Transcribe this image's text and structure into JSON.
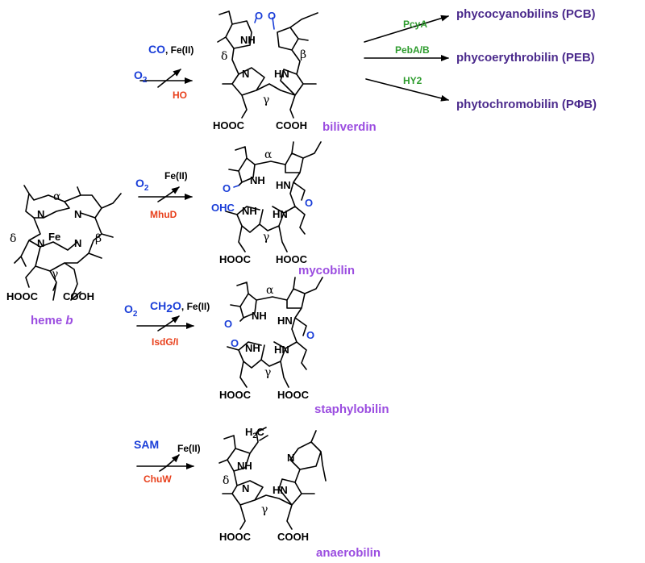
{
  "colors": {
    "product": "#4b2a8c",
    "name": "#9b4de0",
    "enzyme_green": "#2e9c2e",
    "enzyme_red": "#e8401c",
    "blue": "#1a3ed8"
  },
  "heme": {
    "name_prefix": "heme ",
    "name_suffix": "b",
    "fe": "Fe",
    "n": "N",
    "alpha": "α",
    "beta": "β",
    "gamma": "γ",
    "delta": "δ",
    "acid1": "HOOC",
    "acid2": "COOH"
  },
  "biliverdin": {
    "name": "biliverdin",
    "reagent_o2": "O",
    "reagent_o2_sub": "2",
    "reagent_co": "CO",
    "reagent_fe": ", Fe(II)",
    "enzyme": "HO",
    "o": "O",
    "nh": "NH",
    "n": "N",
    "hn": "HN",
    "beta": "β",
    "gamma": "γ",
    "delta": "δ",
    "acid1": "HOOC",
    "acid2": "COOH"
  },
  "branches": [
    {
      "enzyme": "PcyA",
      "product": "phycocyanobilins (PCB)"
    },
    {
      "enzyme": "PebA/B",
      "product": "phycoerythrobilin (PEB)"
    },
    {
      "enzyme": "HY2",
      "product": "phytochromobilin (PΦB)"
    }
  ],
  "mycobilin": {
    "name": "mycobilin",
    "reagent_o2": "O",
    "reagent_o2_sub": "2",
    "reagent_fe": "Fe(II)",
    "enzyme": "MhuD",
    "alpha": "α",
    "gamma": "γ",
    "o": "O",
    "ohc": "OHC",
    "nh": "NH",
    "hn": "HN",
    "acid1": "HOOC",
    "acid2": "HOOC"
  },
  "staphylobilin": {
    "name": "staphylobilin",
    "reagent_o2": "O",
    "reagent_o2_sub": "2",
    "reagent_ch2o": "CH",
    "reagent_ch2o_sub": "2",
    "reagent_ch2o_end": "O",
    "reagent_fe": ", Fe(II)",
    "enzyme": "IsdG/I",
    "alpha": "α",
    "gamma": "γ",
    "o": "O",
    "nh": "NH",
    "hn": "HN",
    "acid1": "HOOC",
    "acid2": "HOOC"
  },
  "anaerobilin": {
    "name": "anaerobilin",
    "reagent_sam": "SAM",
    "reagent_fe": "Fe(II)",
    "enzyme": "ChuW",
    "h2c": "H",
    "h2c_sub": "2",
    "h2c_end": "C",
    "nh": "NH",
    "n": "N",
    "hn": "HN",
    "delta": "δ",
    "gamma": "γ",
    "acid1": "HOOC",
    "acid2": "COOH"
  }
}
